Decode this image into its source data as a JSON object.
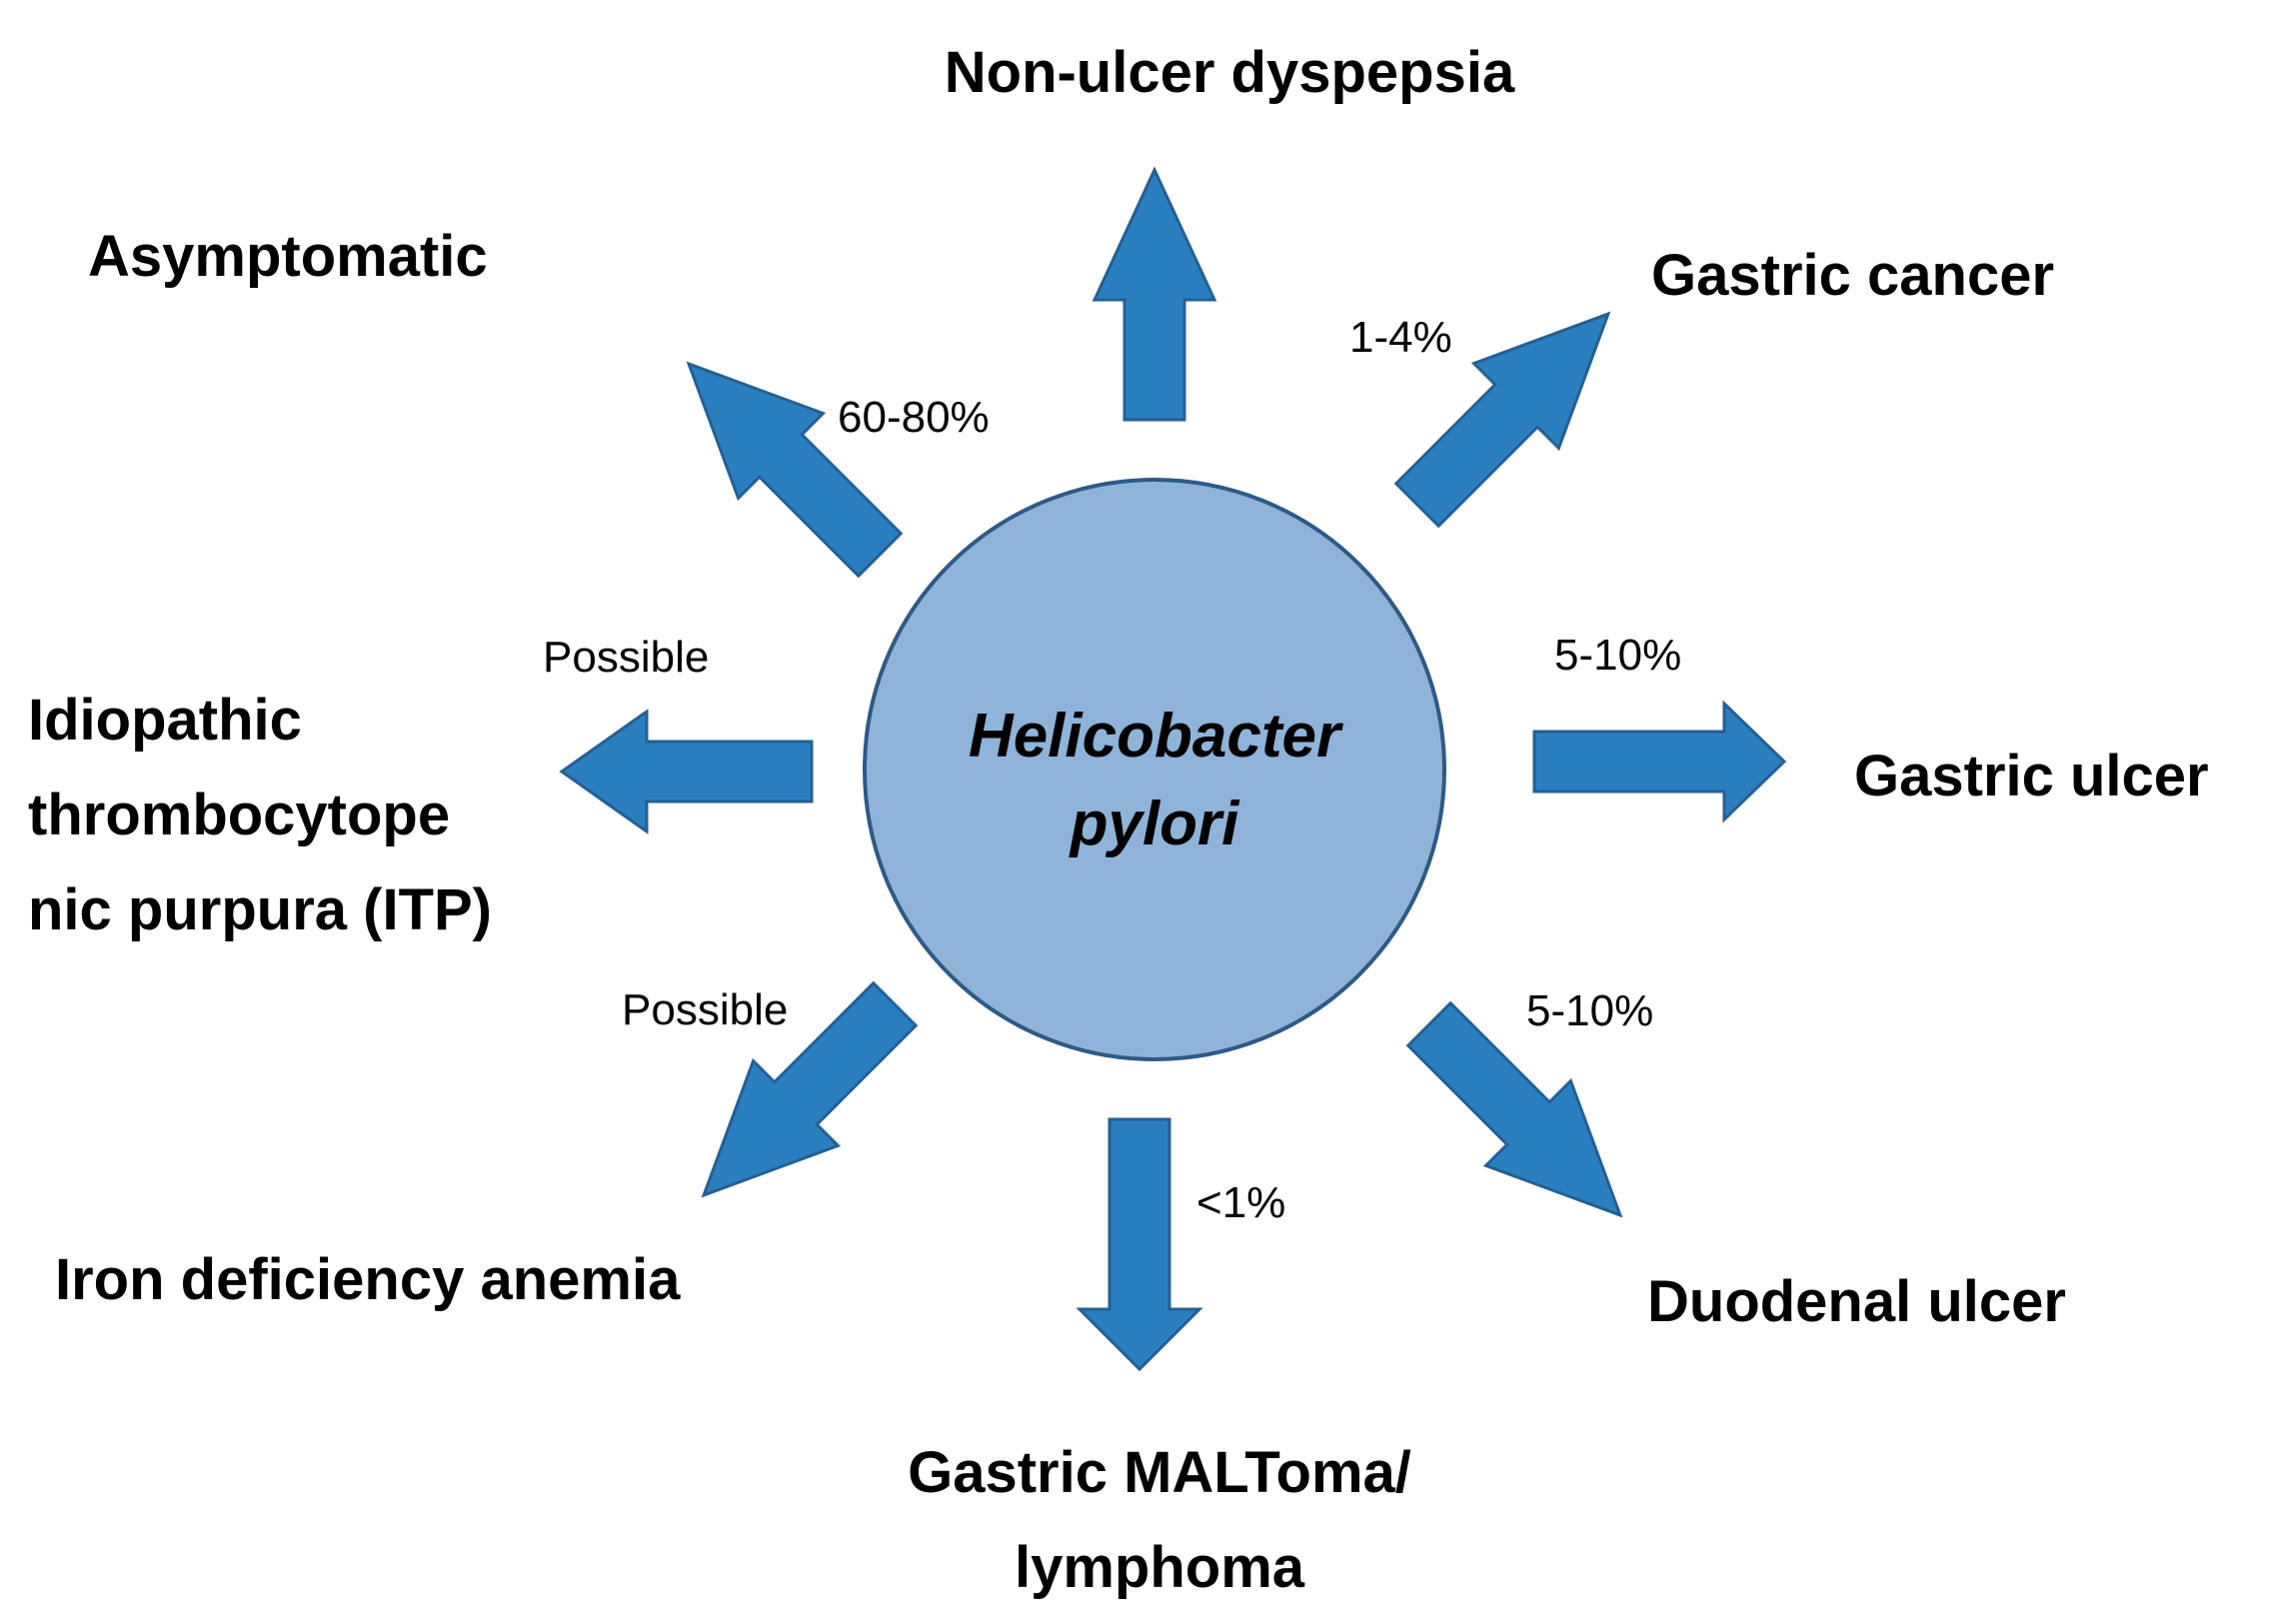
{
  "center": {
    "line1": "Helicobacter",
    "line2": "pylori"
  },
  "outcomes": {
    "non_ulcer_dyspepsia": {
      "label": "Non-ulcer dyspepsia"
    },
    "asymptomatic": {
      "label": "Asymptomatic",
      "percent": "60-80%"
    },
    "gastric_cancer": {
      "label": "Gastric cancer",
      "percent": "1-4%"
    },
    "gastric_ulcer": {
      "label": "Gastric ulcer",
      "percent": "5-10%"
    },
    "itp": {
      "line1": "Idiopathic",
      "line2": "thrombocytope",
      "line3": "nic purpura (ITP)",
      "percent": "Possible"
    },
    "iron_deficiency": {
      "label": "Iron deficiency anemia",
      "percent": "Possible"
    },
    "duodenal_ulcer": {
      "label": "Duodenal ulcer",
      "percent": "5-10%"
    },
    "maltoma": {
      "line1": "Gastric MALToma/",
      "line2": "lymphoma",
      "percent": "<1%"
    }
  },
  "colors": {
    "arrow_fill": "#2a7fc1",
    "arrow_stroke": "#245f94",
    "circle_fill": "#8fb4d9",
    "circle_stroke": "#2e5a86",
    "text": "#000000"
  }
}
